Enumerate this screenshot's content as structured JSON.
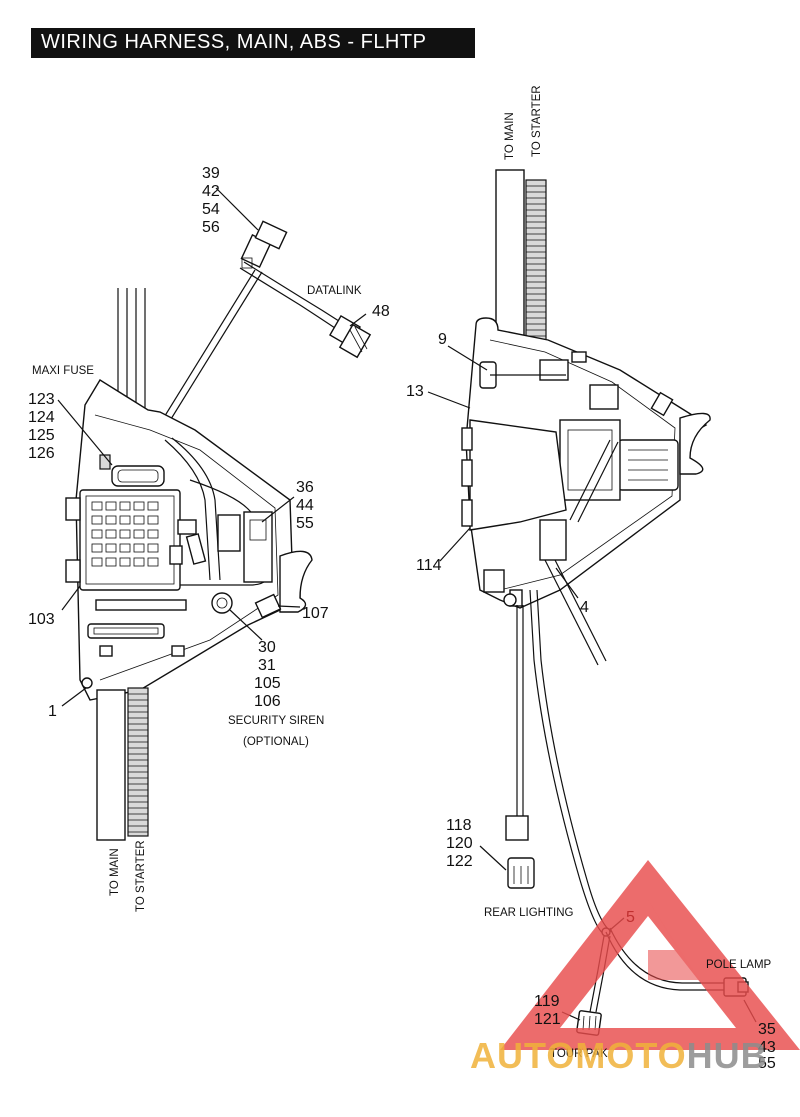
{
  "title": "WIRING HARNESS, MAIN, ABS - FLHTP",
  "labels": {
    "datalink": "DATALINK",
    "maxi_fuse": "MAXI FUSE",
    "security_siren": "SECURITY SIREN",
    "optional": "(OPTIONAL)",
    "to_main_left": "TO MAIN",
    "to_starter_left": "TO STARTER",
    "to_main_right": "TO MAIN",
    "to_starter_right": "TO STARTER",
    "rear_lighting": "REAR LIGHTING",
    "pole_lamp": "POLE LAMP",
    "tour_pak": "TOUR PAK"
  },
  "callouts": {
    "c39_56": [
      "39",
      "42",
      "54",
      "56"
    ],
    "c48": "48",
    "c123_126": [
      "123",
      "124",
      "125",
      "126"
    ],
    "c36_55": [
      "36",
      "44",
      "55"
    ],
    "c103": "103",
    "c107": "107",
    "c30_106": [
      "30",
      "31",
      "105",
      "106"
    ],
    "c1": "1",
    "c9": "9",
    "c13": "13",
    "c114": "114",
    "c4": "4",
    "c118_122": [
      "118",
      "120",
      "122"
    ],
    "c5": "5",
    "c119_121": [
      "119",
      "121"
    ],
    "c35_55": [
      "35",
      "43",
      "55"
    ]
  },
  "watermark": {
    "text_a": "AUTOMOTO",
    "text_b": "HUB",
    "color_a": "#f0b23a",
    "color_b": "#8c8c8c",
    "logo_color": "#e84c4c"
  }
}
